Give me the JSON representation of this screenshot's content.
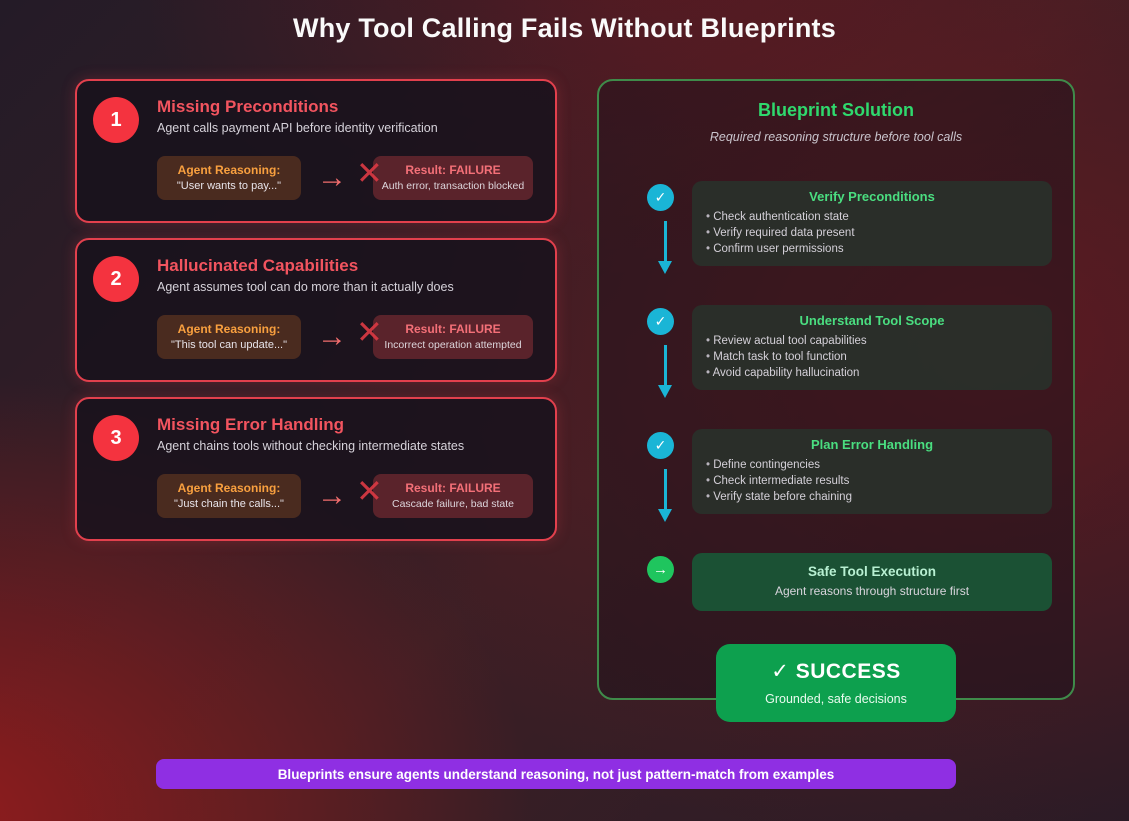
{
  "title": "Why Tool Calling Fails Without Blueprints",
  "glyphs": {
    "flow_arrow": "→",
    "cross": "✕",
    "check": "✓",
    "arrow_right": "→"
  },
  "colors": {
    "failure_accent": "#e2404d",
    "reasoning_accent": "#f9a03f",
    "solution_accent": "#2fd96d",
    "step_accent": "#4ade80",
    "cyan_accent": "#1ab5d6",
    "success_green": "#0da04e",
    "banner_purple": "#8f2fe3"
  },
  "failures": [
    {
      "number": "1",
      "title": "Missing Preconditions",
      "subtitle": "Agent calls payment API before identity verification",
      "reasoning_label": "Agent Reasoning:",
      "reasoning_quote": "\"User wants to pay...\"",
      "result_label": "Result: FAILURE",
      "result_detail": "Auth error, transaction blocked"
    },
    {
      "number": "2",
      "title": "Hallucinated Capabilities",
      "subtitle": "Agent assumes tool can do more than it actually does",
      "reasoning_label": "Agent Reasoning:",
      "reasoning_quote": "\"This tool can update...\"",
      "result_label": "Result: FAILURE",
      "result_detail": "Incorrect operation attempted"
    },
    {
      "number": "3",
      "title": "Missing Error Handling",
      "subtitle": "Agent chains tools without checking intermediate states",
      "reasoning_label": "Agent Reasoning:",
      "reasoning_quote": "\"Just chain the calls...\"",
      "result_label": "Result: FAILURE",
      "result_detail": "Cascade failure, bad state"
    }
  ],
  "solution": {
    "title": "Blueprint Solution",
    "subtitle": "Required reasoning structure before tool calls",
    "steps": [
      {
        "icon": "✓",
        "title": "Verify Preconditions",
        "bullets": [
          "Check authentication state",
          "Verify required data present",
          "Confirm user permissions"
        ]
      },
      {
        "icon": "✓",
        "title": "Understand Tool Scope",
        "bullets": [
          "Review actual tool capabilities",
          "Match task to tool function",
          "Avoid capability hallucination"
        ]
      },
      {
        "icon": "✓",
        "title": "Plan Error Handling",
        "bullets": [
          "Define contingencies",
          "Check intermediate results",
          "Verify state before chaining"
        ]
      }
    ],
    "execution": {
      "icon": "→",
      "title": "Safe Tool Execution",
      "subtitle": "Agent reasons through structure first"
    },
    "success": {
      "title": "✓ SUCCESS",
      "subtitle": "Grounded, safe decisions"
    }
  },
  "banner": "Blueprints ensure agents understand reasoning, not just pattern-match from examples"
}
